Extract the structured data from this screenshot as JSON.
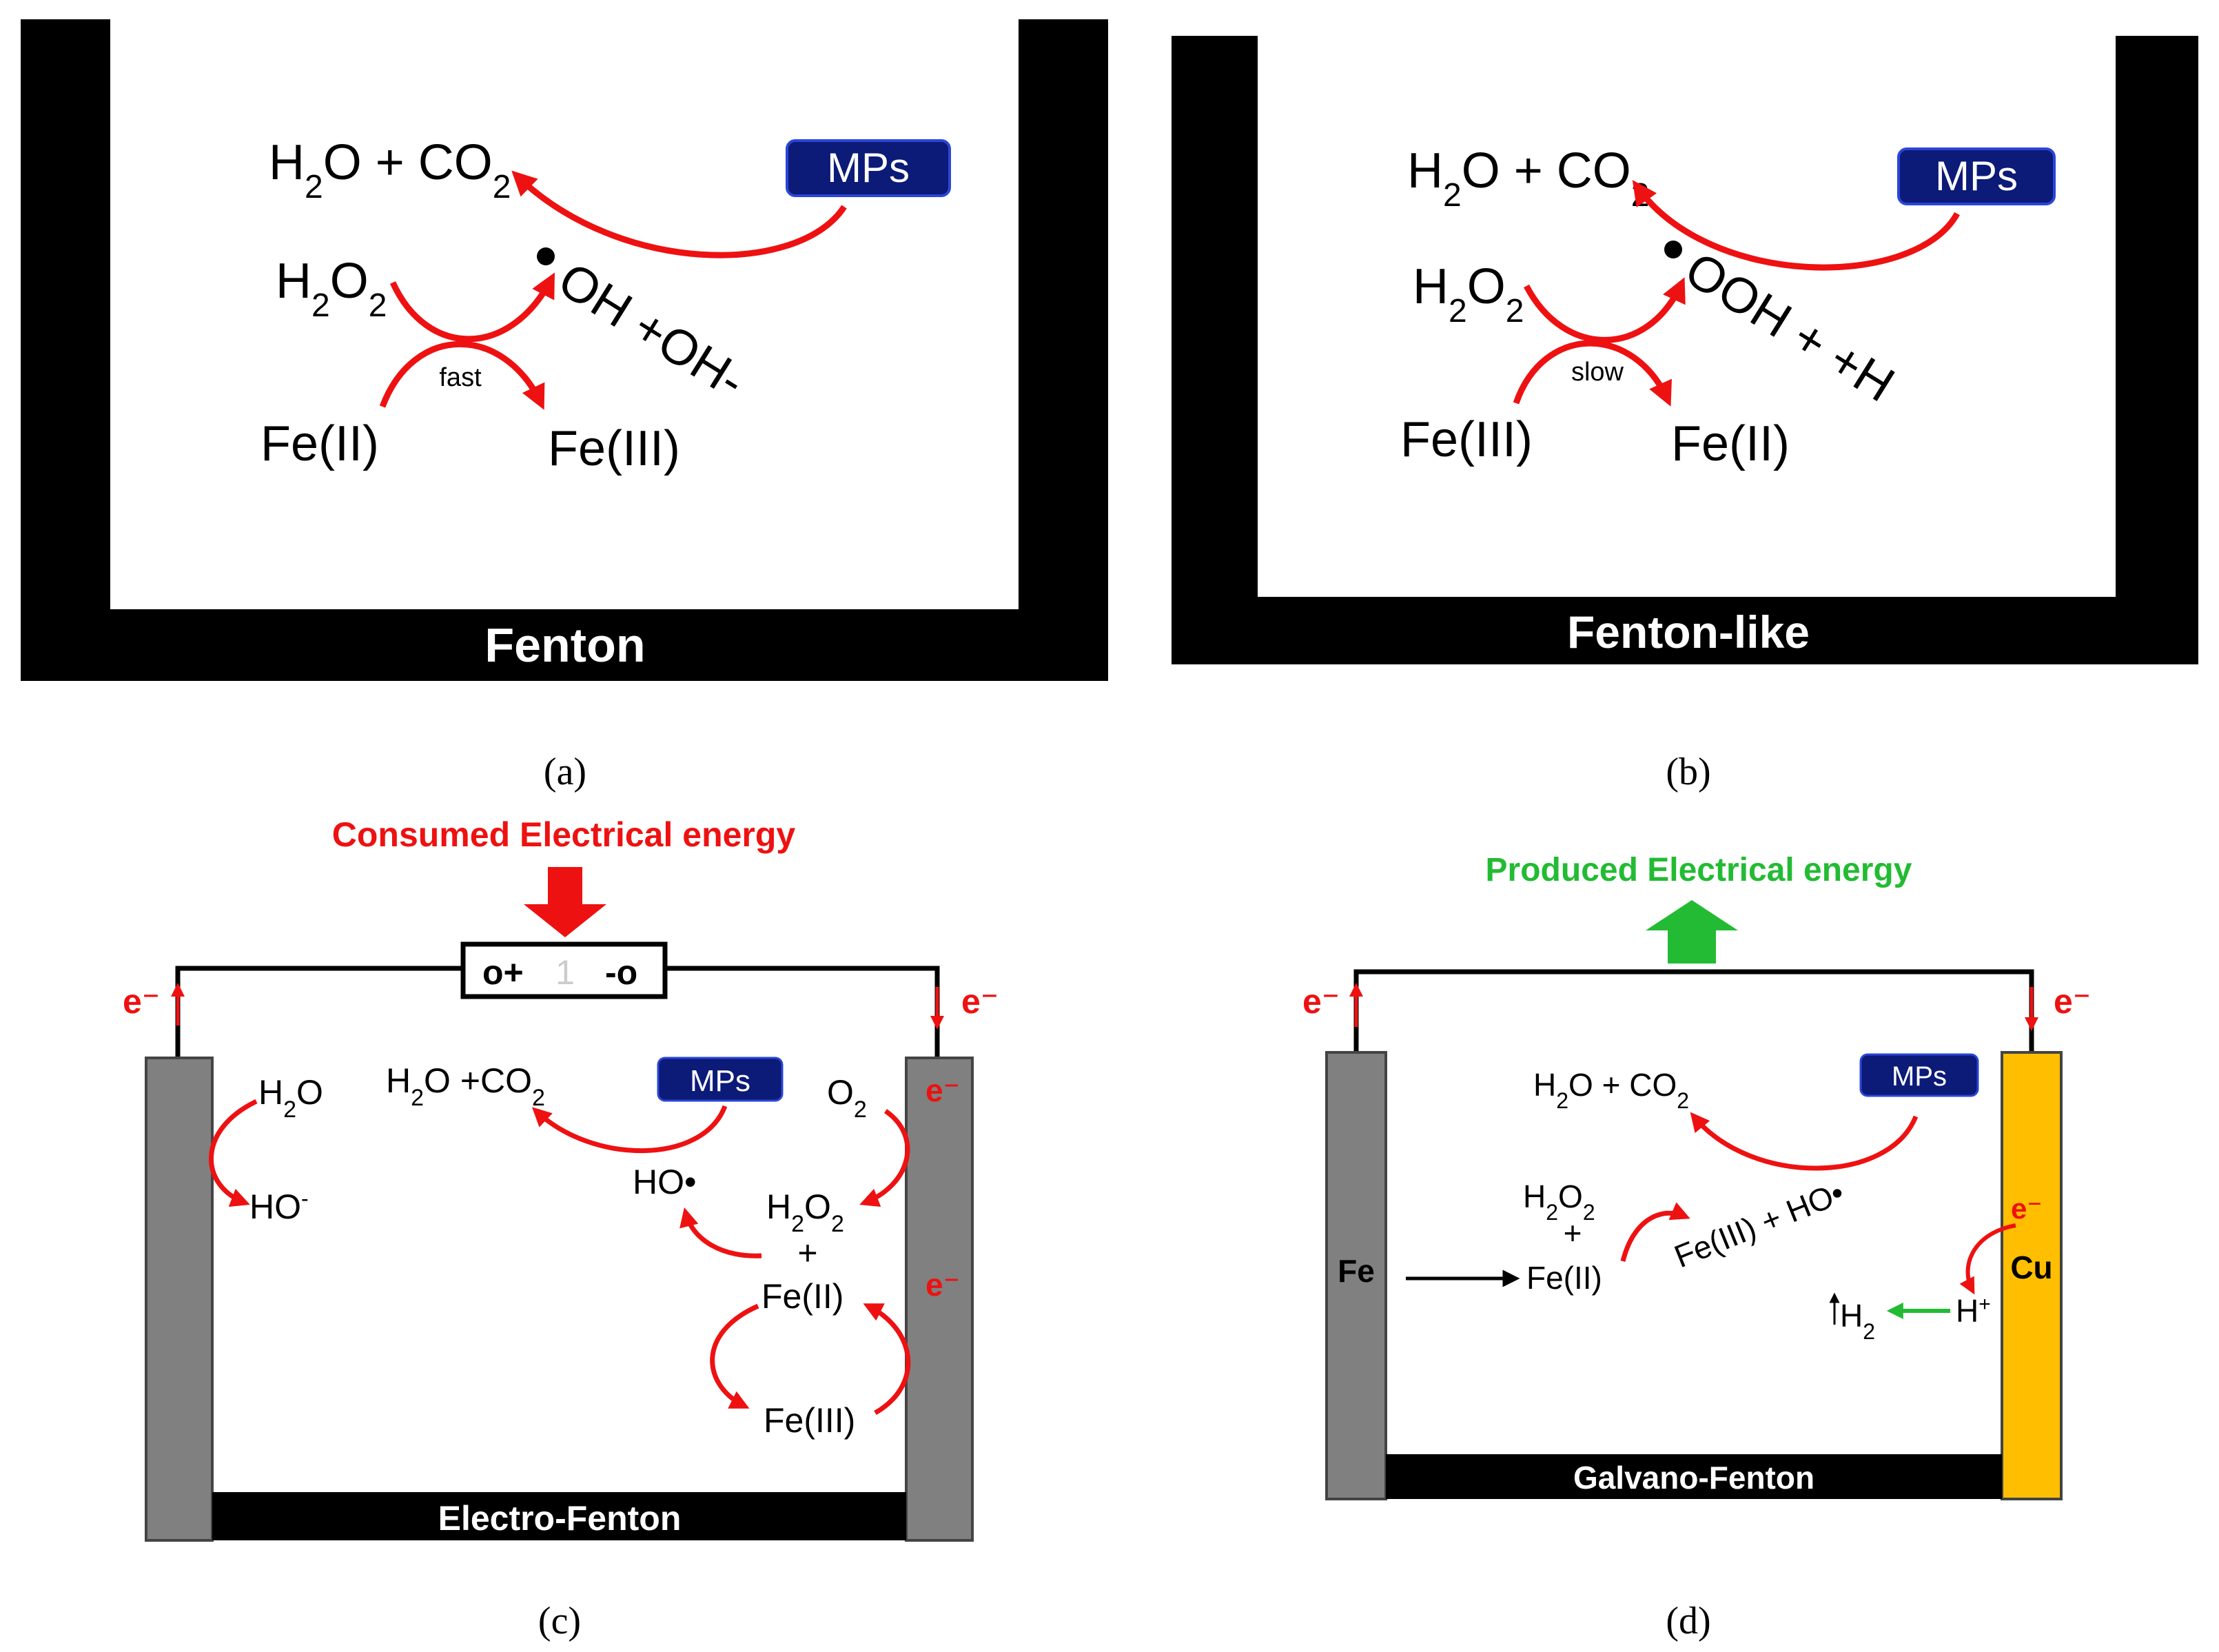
{
  "colors": {
    "red": "#ee1111",
    "green": "#22bb33",
    "mps_fill": "#0c1a78",
    "electrode": "#808080",
    "cu": "#ffbf00",
    "black": "#000000"
  },
  "panel_a": {
    "caption": "(a)",
    "title": "Fenton",
    "products": "H2O + CO2",
    "mps": "MPs",
    "h2o2": "H2O2",
    "radical": "OH +OH-",
    "rate": "fast",
    "reactant": "Fe(II)",
    "product": "Fe(III)"
  },
  "panel_b": {
    "caption": "(b)",
    "title": "Fenton-like",
    "products": "H2O + CO2",
    "mps": "MPs",
    "h2o2": "H2O2",
    "radical": "OOH + +H",
    "rate": "slow",
    "reactant": "Fe(III)",
    "product": "Fe(II)"
  },
  "panel_c": {
    "caption": "(c)",
    "title": "Electro-Fenton",
    "energy": "Consumed Electrical energy",
    "power_plus": "o+",
    "power_mid": "1",
    "power_minus": "-o",
    "e_left": "e⁻",
    "e_right": "e⁻",
    "e_o2": "e⁻",
    "e_fe": "e⁻",
    "h2o": "H2O",
    "hominus": "HO-",
    "products": "H2O +CO2",
    "mps": "MPs",
    "o2": "O2",
    "ho_radical": "HO•",
    "h2o2": "H2O2",
    "plus": "+",
    "fe2": "Fe(II)",
    "fe3": "Fe(III)"
  },
  "panel_d": {
    "caption": "(d)",
    "title": "Galvano-Fenton",
    "energy": "Produced Electrical energy",
    "e_left": "e⁻",
    "e_right": "e⁻",
    "e_cu": "e⁻",
    "fe_label": "Fe",
    "cu_label": "Cu",
    "products": "H2O + CO2",
    "mps": "MPs",
    "h2o2": "H2O2",
    "plus": "+",
    "fe2": "Fe(II)",
    "fe3_radical": "Fe(III) + HO•",
    "hplus": "H+",
    "h2": "H2"
  }
}
